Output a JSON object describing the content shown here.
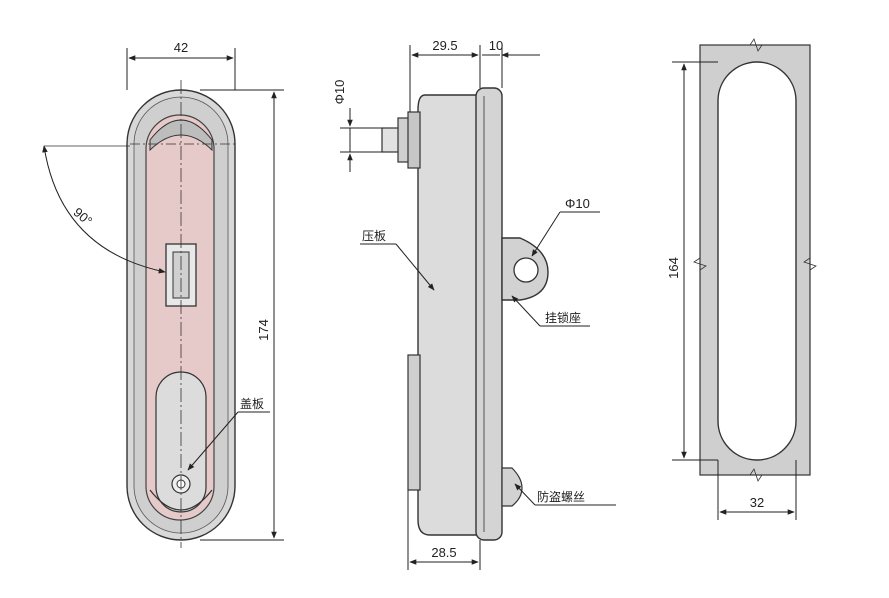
{
  "colors": {
    "part_fill": "#dcdcdc",
    "part_fill_dark": "#c8c8c8",
    "handle_fill": "#e4c8c8",
    "stroke": "#222222",
    "background": "#ffffff"
  },
  "front_view": {
    "width_dim": "42",
    "height_dim": "174",
    "angle_label": "90°",
    "callout_cover_plate": "盖板"
  },
  "side_view": {
    "depth_top_dim": "29.5",
    "flange_dim": "10",
    "shaft_dia_dim": "Φ10",
    "ring_dia_dim": "Φ10",
    "depth_bottom_dim": "28.5",
    "callout_press_plate": "压板",
    "callout_lock_seat": "挂锁座",
    "callout_anti_theft_screw": "防盗螺丝"
  },
  "cutout_view": {
    "height_dim": "164",
    "width_dim": "32"
  }
}
